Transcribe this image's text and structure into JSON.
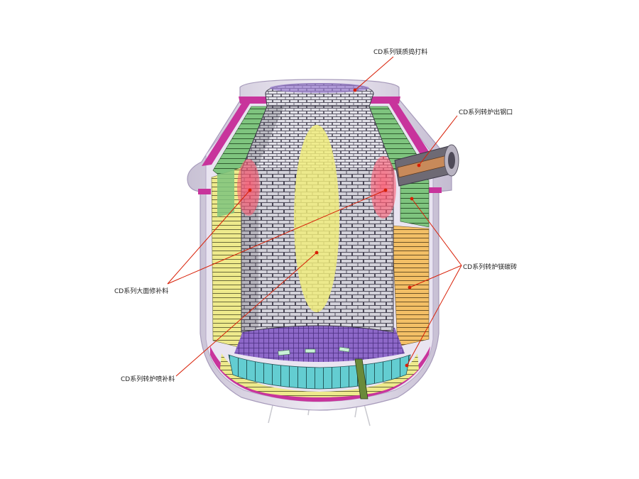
{
  "labels": {
    "ramming_mix": "CD系列镁质捣打料",
    "taphole": "CD系列转炉出钢口",
    "mgc_brick": "CD系列转炉镁碳砖",
    "repair_mix": "CD系列大面修补料",
    "gunning_mix": "CD系列转炉喷补料"
  },
  "colors": {
    "shell": "#d9d3e3",
    "shell_edge": "#a79bbb",
    "magenta": "#c8349c",
    "green": "#7ec47e",
    "yellow": "#eeea8c",
    "orange": "#f3bf66",
    "cyan": "#63cdd1",
    "brick": "#cfcfd6",
    "brick_line": "#54505e",
    "purple": "#8d68c8",
    "leader": "#d81e05"
  }
}
